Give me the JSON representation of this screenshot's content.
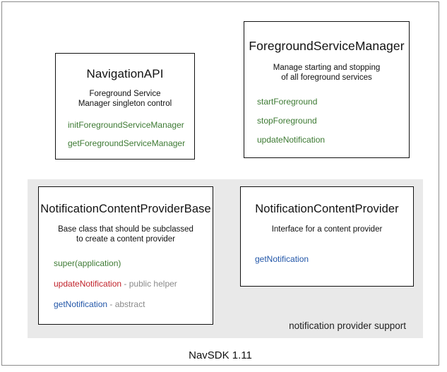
{
  "diagram": {
    "footer_caption": "NavSDK 1.11",
    "group_panel": {
      "label": "notification provider support"
    },
    "boxes": {
      "navigation_api": {
        "title": "NavigationAPI",
        "subtitle": "Foreground Service\nManager singleton control",
        "members": [
          {
            "name": "initForegroundServiceManager",
            "color": "green",
            "note": ""
          },
          {
            "name": "getForegroundServiceManager",
            "color": "green",
            "note": ""
          }
        ]
      },
      "foreground_service_manager": {
        "title": "ForegroundServiceManager",
        "subtitle": "Manage starting and stopping\nof all foreground services",
        "members": [
          {
            "name": "startForeground",
            "color": "green",
            "note": ""
          },
          {
            "name": "stopForeground",
            "color": "green",
            "note": ""
          },
          {
            "name": "updateNotification",
            "color": "green",
            "note": ""
          }
        ]
      },
      "notification_content_provider_base": {
        "title": "NotificationContentProviderBase",
        "subtitle": "Base class that should be subclassed\nto create a content provider",
        "members": [
          {
            "name": "super(application)",
            "color": "green",
            "note": ""
          },
          {
            "name": "updateNotification",
            "color": "red",
            "note": " - public helper"
          },
          {
            "name": "getNotification",
            "color": "blue",
            "note": " - abstract"
          }
        ]
      },
      "notification_content_provider": {
        "title": "NotificationContentProvider",
        "subtitle": "Interface for a content provider",
        "members": [
          {
            "name": "getNotification",
            "color": "blue",
            "note": ""
          }
        ]
      }
    },
    "colors": {
      "green": "#3d7a33",
      "red": "#c0222a",
      "blue": "#2256a8",
      "note_grey": "#8a8a8a",
      "panel_grey": "#e9e9e9",
      "frame_border": "#8c8c8c",
      "box_border": "#111111"
    }
  }
}
